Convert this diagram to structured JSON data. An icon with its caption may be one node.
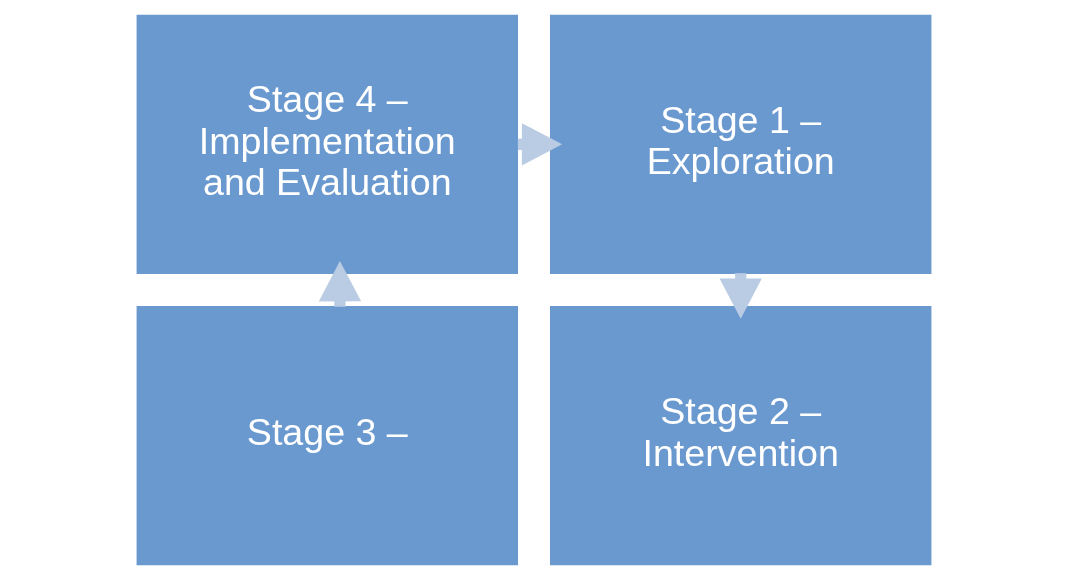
{
  "diagram": {
    "nodes": [
      {
        "text": [
          "Stage 4 – Implementation and Evaluation"
        ]
      },
      {
        "text": [
          "Stage 1 – Exploration"
        ]
      },
      {
        "text": [
          "Stage 3 –"
        ]
      },
      {
        "text": [
          "Stage 2 – Intervention"
        ]
      }
    ],
    "edges": [
      {
        "from": 0,
        "to": 1,
        "arrow": "to"
      },
      {
        "from": 1,
        "to": 3,
        "arrow": "to"
      },
      {
        "from": 2,
        "to": 0,
        "arrow": "to"
      }
    ]
  }
}
